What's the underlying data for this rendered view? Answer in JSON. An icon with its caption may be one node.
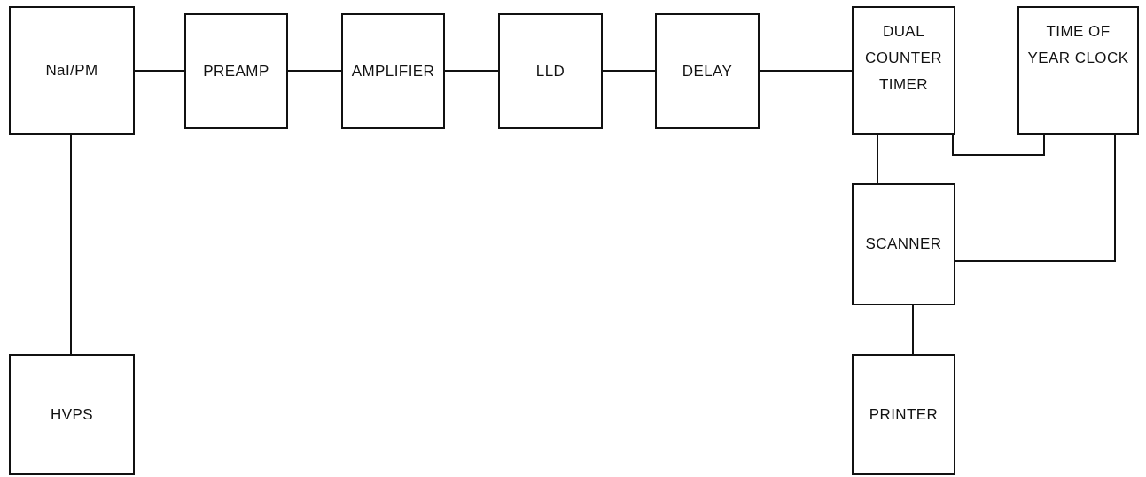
{
  "diagram": {
    "nodes": [
      {
        "text": [
          "NaI/PM"
        ]
      },
      {
        "text": [
          "PREAMP"
        ]
      },
      {
        "text": [
          "AMPLIFIER"
        ]
      },
      {
        "text": [
          "LLD"
        ]
      },
      {
        "text": [
          "DELAY"
        ]
      },
      {
        "text": [
          "DUAL COUNTER TIMER"
        ]
      },
      {
        "text": [
          "TIME OF YEAR CLOCK"
        ]
      },
      {
        "text": [
          "SCANNER"
        ]
      },
      {
        "text": [
          "HVPS"
        ]
      },
      {
        "text": [
          "PRINTER"
        ]
      }
    ],
    "edges": [
      {
        "from": 0,
        "to": 1,
        "arrow": "none"
      },
      {
        "from": 1,
        "to": 2,
        "arrow": "none"
      },
      {
        "from": 2,
        "to": 3,
        "arrow": "none"
      },
      {
        "from": 3,
        "to": 4,
        "arrow": "none"
      },
      {
        "from": 4,
        "to": 5,
        "arrow": "none"
      },
      {
        "from": 0,
        "to": 8,
        "arrow": "none"
      },
      {
        "from": 5,
        "to": 6,
        "arrow": "none"
      },
      {
        "from": 5,
        "to": 7,
        "arrow": "none"
      },
      {
        "from": 6,
        "to": 7,
        "arrow": "none"
      },
      {
        "from": 7,
        "to": 9,
        "arrow": "none"
      }
    ]
  }
}
